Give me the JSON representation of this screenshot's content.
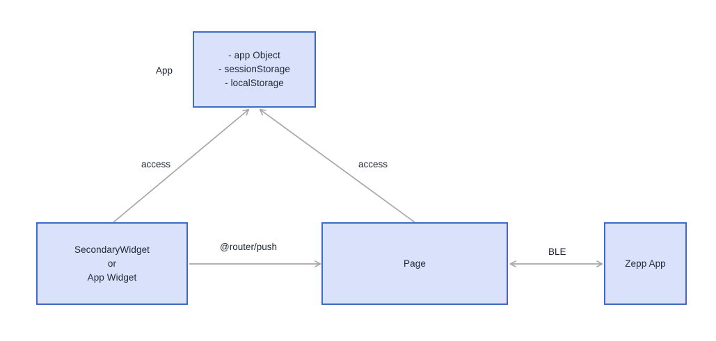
{
  "diagram": {
    "type": "block-flow-diagram",
    "background_color": "#ffffff",
    "node_fill_color": "#dae1fa",
    "node_border_color": "#4369c8",
    "edge_color": "#a6a6a6",
    "text_color": "#1d2433",
    "nodes": [
      {
        "id": "app",
        "side_label": "App",
        "lines": [
          "- app Object",
          "- sessionStorage",
          "- localStorage"
        ]
      },
      {
        "id": "widget",
        "lines": [
          "SecondaryWidget",
          "or",
          "App Widget"
        ]
      },
      {
        "id": "page",
        "lines": [
          "Page"
        ]
      },
      {
        "id": "zepp",
        "lines": [
          "Zepp App"
        ]
      }
    ],
    "edges": [
      {
        "id": "widget-to-app",
        "label": "access",
        "from": "widget",
        "to": "app",
        "arrow": "single"
      },
      {
        "id": "page-to-app",
        "label": "access",
        "from": "page",
        "to": "app",
        "arrow": "single"
      },
      {
        "id": "widget-to-page",
        "label": "@router/push",
        "from": "widget",
        "to": "page",
        "arrow": "single"
      },
      {
        "id": "page-to-zepp",
        "label": "BLE",
        "from": "page",
        "to": "zepp",
        "arrow": "double"
      }
    ]
  }
}
